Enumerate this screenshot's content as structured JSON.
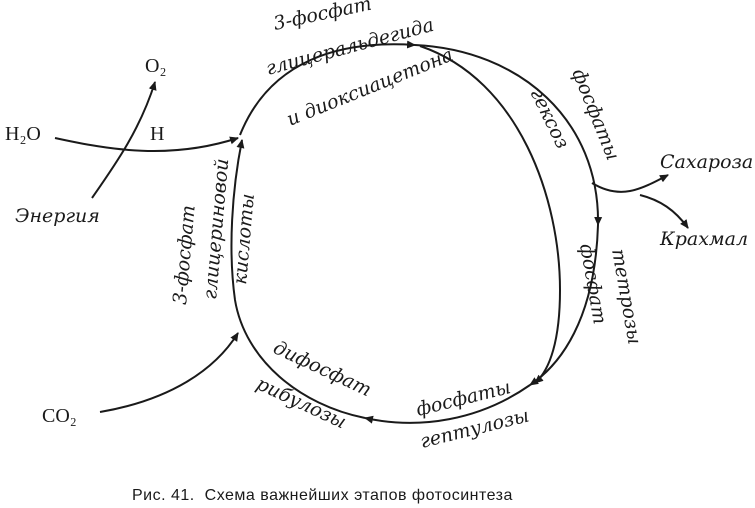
{
  "inputs": {
    "water": "H₂O",
    "hydrogen": "H",
    "oxygen": "O₂",
    "energy": "Энергия",
    "co2": "CO₂"
  },
  "cycle": {
    "g3p_line1": "3-фосфат",
    "g3p_line2": "глицеральдегида",
    "g3p_line3": "и диоксиацетона",
    "hexose_line1": "фосфаты",
    "hexose_line2": "гексоз",
    "tetrose_line1": "фосфат",
    "tetrose_line2": "тетрозы",
    "heptulose_line1": "фосфаты",
    "heptulose_line2": "гептулозы",
    "ribulose_line1": "дифосфат",
    "ribulose_line2": "рибулозы",
    "pga_line1": "3-фосфат",
    "pga_line2": "глицериновой",
    "pga_line3": "кислоты"
  },
  "outputs": {
    "sucrose": "Сахароза",
    "starch": "Крахмал"
  },
  "caption": "Рис. 41.  Схема важнейших этапов фотосинтеза"
}
